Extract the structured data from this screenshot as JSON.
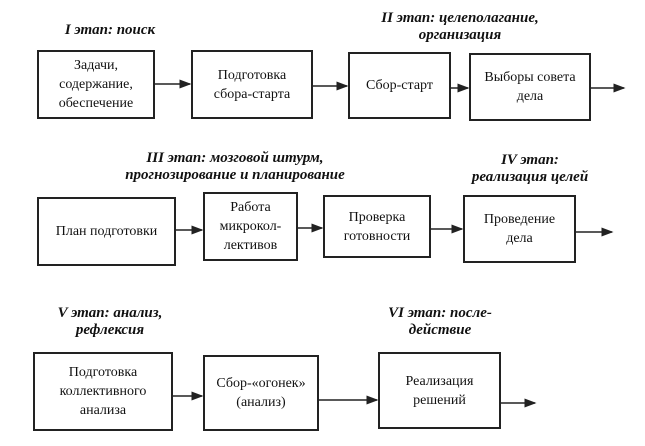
{
  "stages": [
    {
      "heading": "I этап: поиск"
    },
    {
      "heading": "II этап: целеполагание,\nорганизация"
    },
    {
      "heading": "III этап: мозговой штурм,\nпрогнозирование и планирование"
    },
    {
      "heading": "IV этап:\nреализация целей"
    },
    {
      "heading": "V этап: анализ,\nрефлексия"
    },
    {
      "heading": "VI этап: после-\nдействие"
    }
  ],
  "rows": [
    {
      "boxes": [
        "Задачи,\nсодержание,\nобеспечение",
        "Подготовка\nсбора-старта",
        "Сбор-старт",
        "Выборы совета\nдела"
      ]
    },
    {
      "boxes": [
        "План подготовки",
        "Работа\nмикрокол-\nлективов",
        "Проверка\nготовности",
        "Проведение\nдела"
      ]
    },
    {
      "boxes": [
        "Подготовка\nколлективного\nанализа",
        "Сбор-«огонек»\n(анализ)",
        "Реализация\nрешений"
      ]
    }
  ]
}
